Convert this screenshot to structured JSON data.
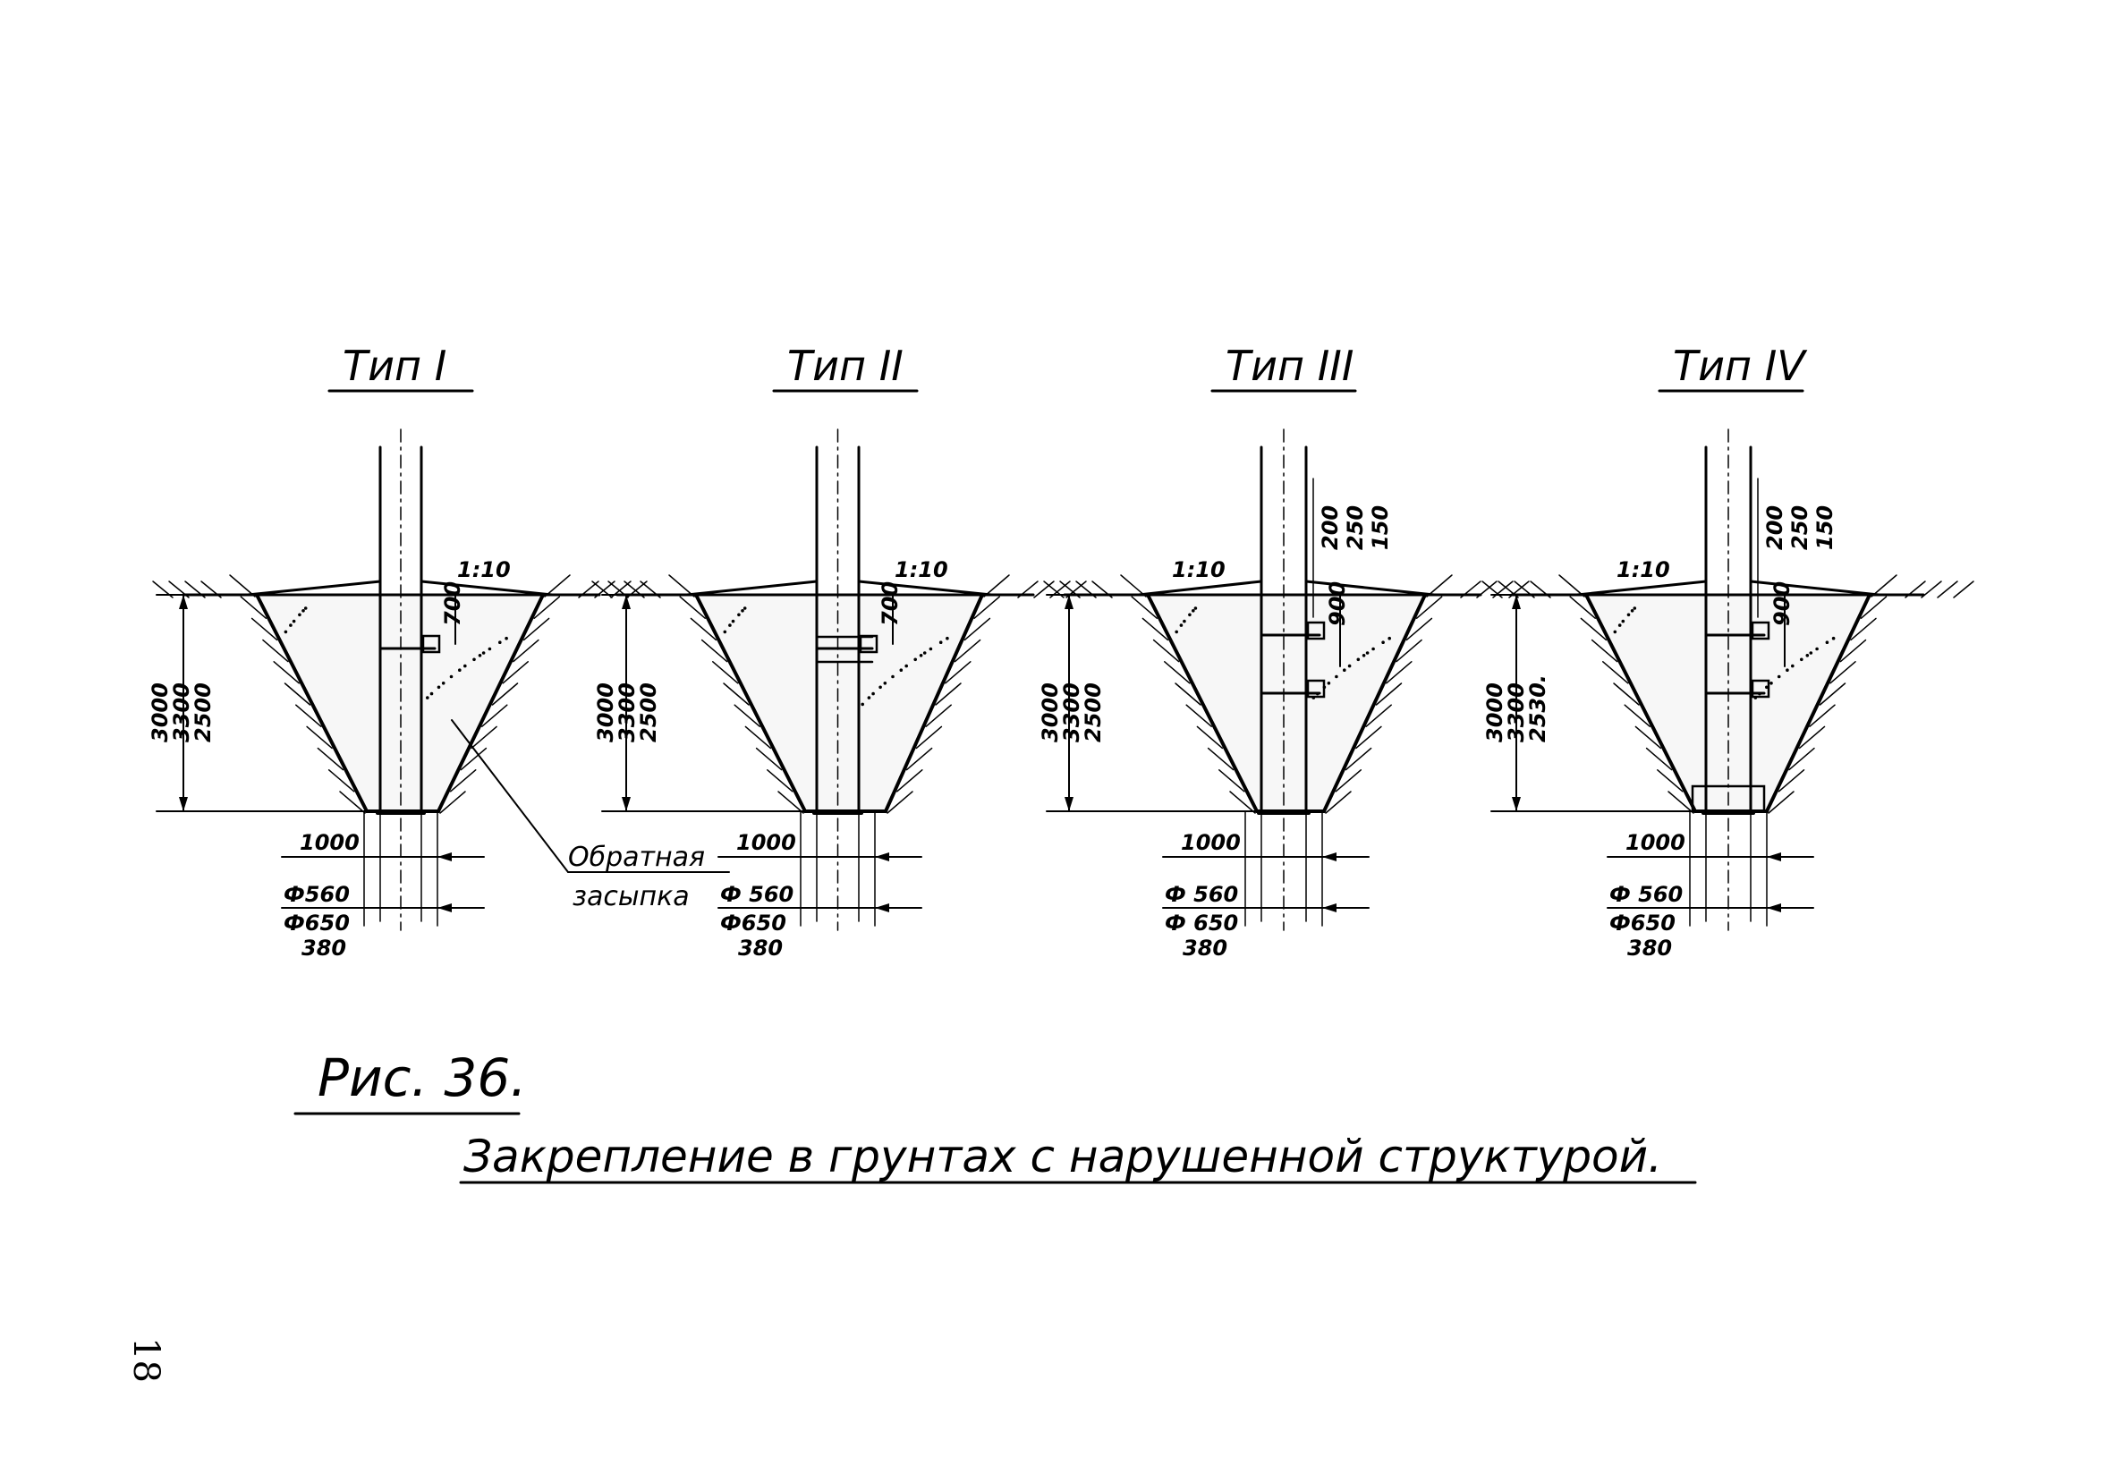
{
  "panels": [
    {
      "title": "Тип I",
      "slope": "1:10",
      "bolt_dim": "700",
      "heights": [
        "3000",
        "3300",
        "2500"
      ],
      "bottom": [
        "1000",
        "Ф560",
        "Ф650",
        "380"
      ],
      "vdims": []
    },
    {
      "title": "Тип II",
      "slope": "1:10",
      "bolt_dim": "700",
      "heights": [
        "3000",
        "3300",
        "2500"
      ],
      "bottom": [
        "1000",
        "Ф 560",
        "Ф650",
        "380"
      ],
      "vdims": []
    },
    {
      "title": "Тип III",
      "slope": "1:10",
      "bolt_dim": "900",
      "heights": [
        "3000",
        "3300",
        "2500"
      ],
      "bottom": [
        "1000",
        "Ф 560",
        "Ф 650",
        "380"
      ],
      "vdims": [
        "200",
        "250",
        "150"
      ]
    },
    {
      "title": "Тип IV",
      "slope": "1:10",
      "bolt_dim": "900",
      "heights": [
        "3000",
        "3300",
        "2530."
      ],
      "bottom": [
        "1000",
        "Ф 560",
        "Ф650",
        "380"
      ],
      "vdims": [
        "200",
        "250",
        "150"
      ]
    }
  ],
  "backfill_label": [
    "Обратная",
    "засыпка"
  ],
  "figure_number": "Рис. 36.",
  "figure_caption": "Закрепление в грунтах с нарушенной структурой.",
  "page_number": "18"
}
